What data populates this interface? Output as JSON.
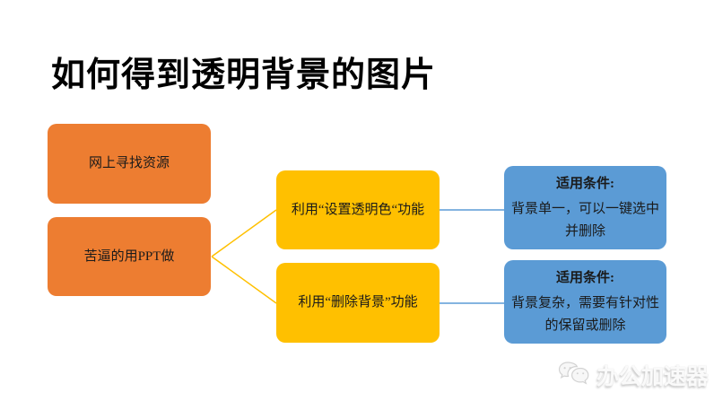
{
  "slide": {
    "title": "如何得到透明背景的图片"
  },
  "colors": {
    "background": "#FFFFFF",
    "orange_node": "#ED7D31",
    "gold_node": "#FFC000",
    "blue_node": "#5B9BD5",
    "gold_connector": "#FFC000",
    "blue_connector": "#5B9BD5",
    "text": "#000000",
    "watermark_gray": "#D9D9D9"
  },
  "flowchart": {
    "sources": [
      {
        "label": "网上寻找资源"
      },
      {
        "label": "苦逼的用PPT做"
      }
    ],
    "methods": [
      {
        "label": "利用“设置透明色“功能"
      },
      {
        "label": "利用“删除背景”功能"
      }
    ],
    "conditions": [
      {
        "heading": "适用条件:",
        "body": "背景单一，可以一键选中并删除"
      },
      {
        "heading": "适用条件:",
        "body": "背景复杂，需要有针对性的保留或删除"
      }
    ]
  },
  "watermark": {
    "icon": "wechat-icon",
    "label": "办公加速器"
  }
}
